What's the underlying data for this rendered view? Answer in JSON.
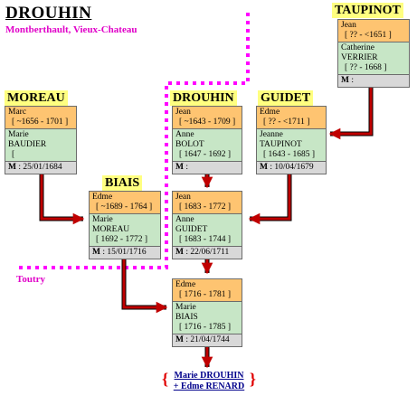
{
  "header": {
    "title": "DROUHIN",
    "subtitle": "Montberthault, Vieux-Chateau"
  },
  "place_label": "Toutry",
  "families": {
    "taupinot": {
      "label": "TAUPINOT",
      "husband": {
        "name": "Jean",
        "dates": "[ ?? - <1651 ]"
      },
      "wife": {
        "first": "Catherine",
        "last": "VERRIER",
        "dates": "[ ?? - 1668 ]"
      },
      "marriage_key": "M",
      "marriage": " :"
    },
    "moreau": {
      "label": "MOREAU",
      "husband": {
        "name": "Marc",
        "dates": "[ ~1656 - 1701 ]"
      },
      "wife": {
        "first": "Marie",
        "last": "BAUDIER",
        "dates": "["
      },
      "marriage_key": "M",
      "marriage": " : 25/01/1684"
    },
    "drouhin_top": {
      "label": "DROUHIN",
      "husband": {
        "name": "Jean",
        "dates": "[ ~1643 - 1709 ]"
      },
      "wife": {
        "first": "Anne",
        "last": "BOLOT",
        "dates": "[ 1647 - 1692 ]"
      },
      "marriage_key": "M",
      "marriage": " :"
    },
    "guidet": {
      "label": "GUIDET",
      "husband": {
        "name": "Edme",
        "dates": "[ ?? - <1711 ]"
      },
      "wife": {
        "first": "Jeanne",
        "last": "TAUPINOT",
        "dates": "[ 1643 - 1685 ]"
      },
      "marriage_key": "M",
      "marriage": " : 10/04/1679"
    },
    "biais": {
      "label": "BIAIS",
      "husband": {
        "name": "Edme",
        "dates": "[ ~1689 - 1764 ]"
      },
      "wife": {
        "first": "Marie",
        "last": "MOREAU",
        "dates": "[ 1692 - 1772 ]"
      },
      "marriage_key": "M",
      "marriage": " : 15/01/1716"
    },
    "drouhin_mid": {
      "husband": {
        "name": "Jean",
        "dates": "[ 1683 - 1772 ]"
      },
      "wife": {
        "first": "Anne",
        "last": "GUIDET",
        "dates": "[ 1683 - 1744 ]"
      },
      "marriage_key": "M",
      "marriage": " : 22/06/1711"
    },
    "drouhin_bottom": {
      "husband": {
        "name": "Edme",
        "dates": "[ 1716 - 1781 ]"
      },
      "wife": {
        "first": "Marie",
        "last": "BIAIS",
        "dates": "[ 1716 - 1785 ]"
      },
      "marriage_key": "M",
      "marriage": " : 21/04/1744"
    }
  },
  "result": {
    "brace_left": "{",
    "brace_right": "}",
    "line1": "Marie DROUHIN",
    "line2": "+ Edme RENARD"
  },
  "colors": {
    "husband_bg": "#fec471",
    "wife_bg": "#c7e6c6",
    "marriage_bg": "#d8d8d8",
    "arrow": "#c00000",
    "dotted": "#ff00ff",
    "label_bg": "#ffff80"
  }
}
